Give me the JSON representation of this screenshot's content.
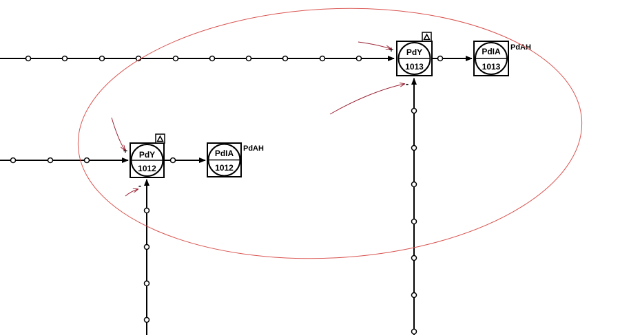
{
  "instruments": {
    "pdy_1012": {
      "type": "PdY",
      "number": "1012"
    },
    "pdia_1012": {
      "type": "PdIA",
      "number": "1012",
      "alarm": "PdAH"
    },
    "pdy_1013": {
      "type": "PdY",
      "number": "1013"
    },
    "pdia_1013": {
      "type": "PdIA",
      "number": "1013",
      "alarm": "PdAH"
    }
  },
  "signs": {
    "plus": "+",
    "minus": "-"
  },
  "colors": {
    "line": "#000000",
    "highlight_ellipse": "#d9534f",
    "annotation_arrow": "#9b2335"
  }
}
